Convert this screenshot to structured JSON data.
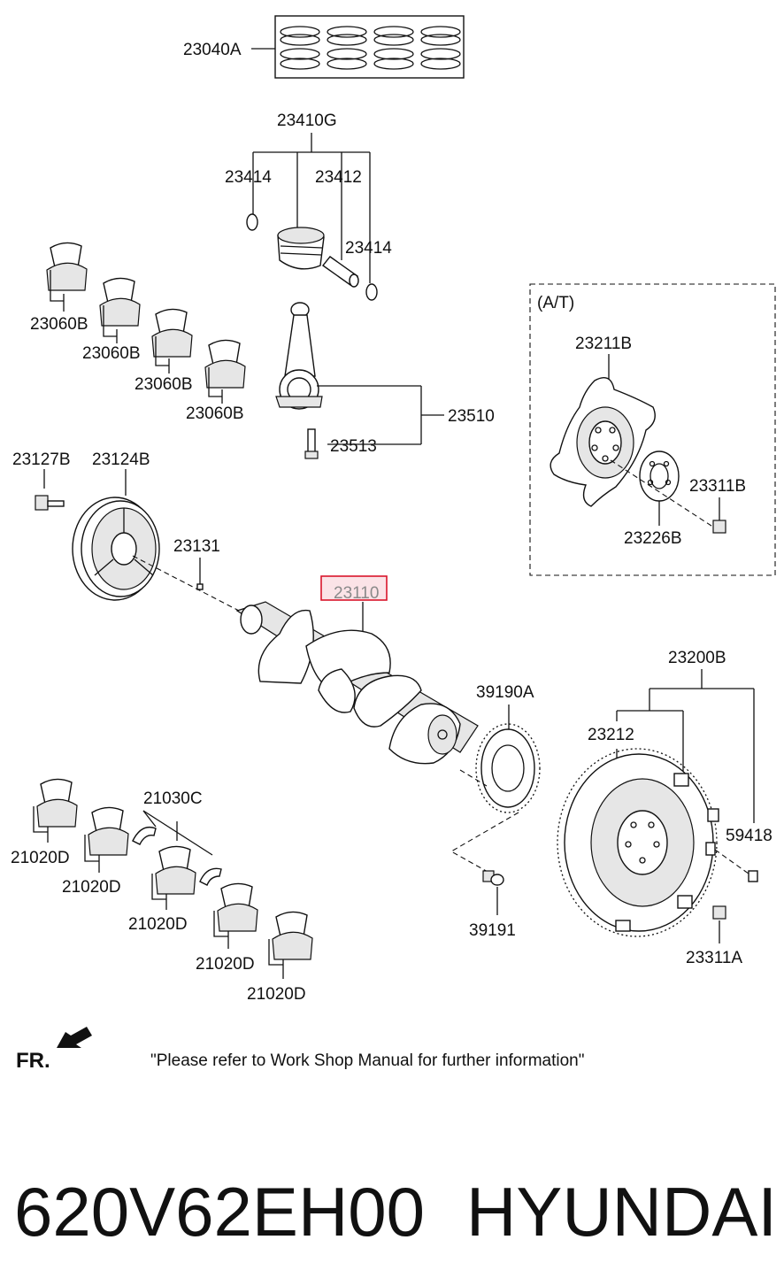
{
  "diagram": {
    "labels": {
      "p23040A": "23040A",
      "p23410G": "23410G",
      "p23414a": "23414",
      "p23412": "23412",
      "p23414b": "23414",
      "p23060B_1": "23060B",
      "p23060B_2": "23060B",
      "p23060B_3": "23060B",
      "p23060B_4": "23060B",
      "p23510": "23510",
      "p23513": "23513",
      "at": "(A/T)",
      "p23211B": "23211B",
      "p23311B": "23311B",
      "p23226B": "23226B",
      "p23127B": "23127B",
      "p23124B": "23124B",
      "p23131": "23131",
      "p23110": "23110",
      "p23200B": "23200B",
      "p39190A": "39190A",
      "p23212": "23212",
      "p59418": "59418",
      "p23311A": "23311A",
      "p39191": "39191",
      "p21030C": "21030C",
      "p21020D_1": "21020D",
      "p21020D_2": "21020D",
      "p21020D_3": "21020D",
      "p21020D_4": "21020D",
      "p21020D_5": "21020D"
    },
    "highlighted_part": "23110",
    "front_marker": "FR.",
    "note": "\"Please refer to Work Shop Manual for further information\"",
    "part_number": "620V62EH00",
    "brand": "HYUNDAI",
    "colors": {
      "highlight_border": "#d9142b",
      "highlight_fill": "#fbe3e7",
      "ink": "#111111"
    }
  }
}
